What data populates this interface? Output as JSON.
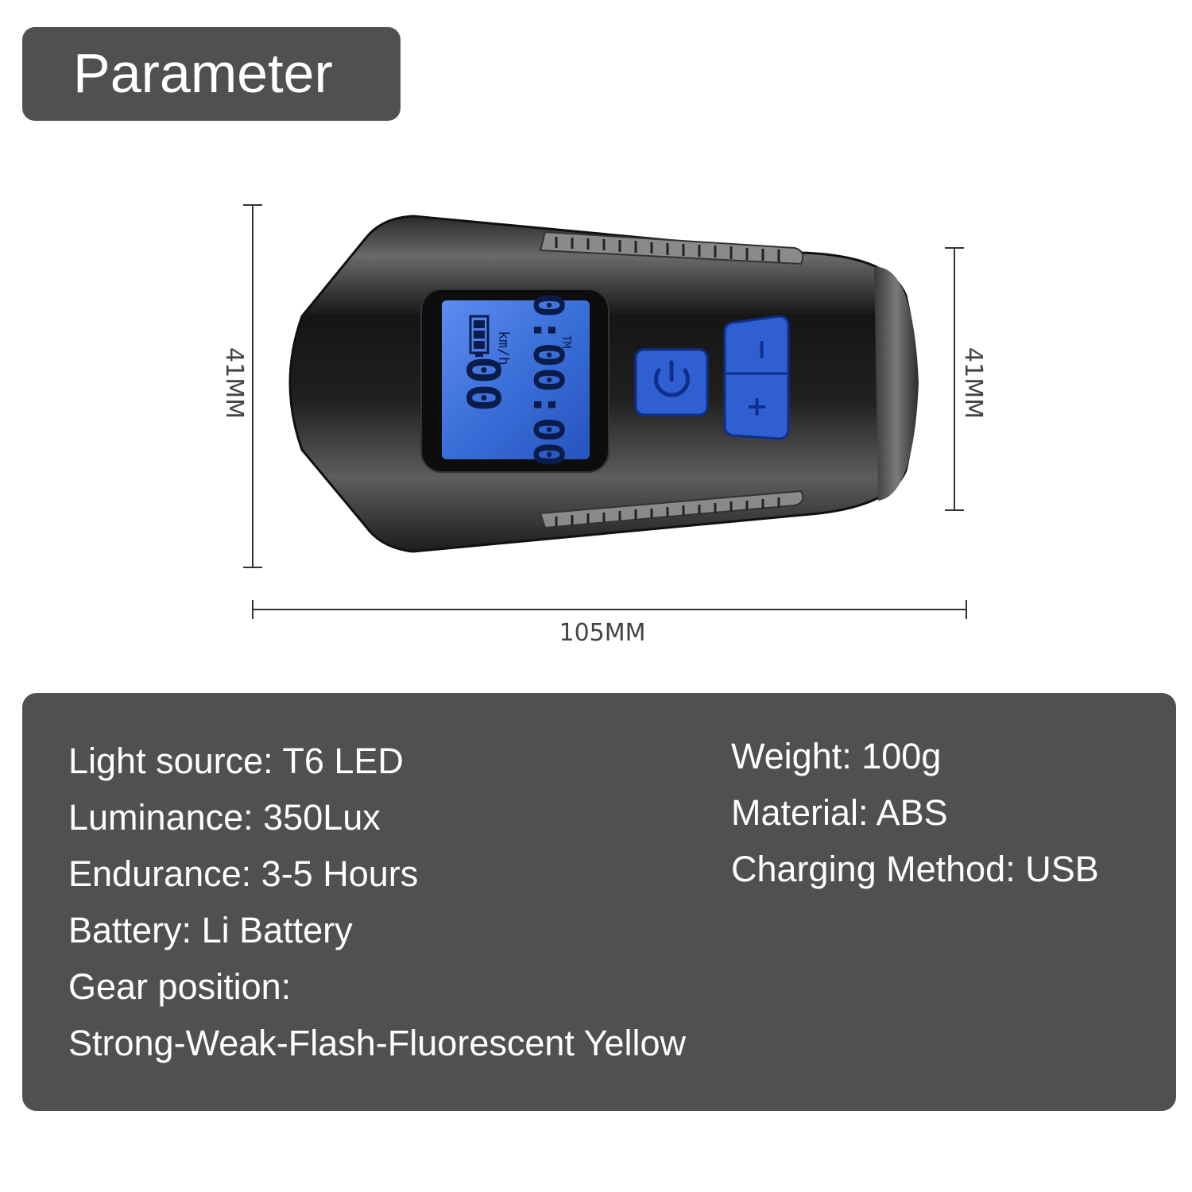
{
  "header": {
    "title": "Parameter"
  },
  "dimensions": {
    "height_left": "41MM",
    "height_right": "41MM",
    "width": "105MM"
  },
  "device": {
    "display_speed": "00",
    "display_speed_unit": "km/h",
    "display_time": "0:00:00",
    "display_tm": "TM",
    "minus_glyph": "−",
    "plus_glyph": "+",
    "screen_color": "#3a6fd8",
    "button_color": "#2f5fd0"
  },
  "specs": {
    "left": [
      "Light source: T6 LED",
      "Luminance: 350Lux",
      "Endurance: 3-5 Hours",
      "Battery: Li Battery",
      "Gear position:",
      "Strong-Weak-Flash-Fluorescent Yellow"
    ],
    "right": [
      "Weight: 100g",
      "Material: ABS",
      "Charging Method: USB"
    ]
  }
}
